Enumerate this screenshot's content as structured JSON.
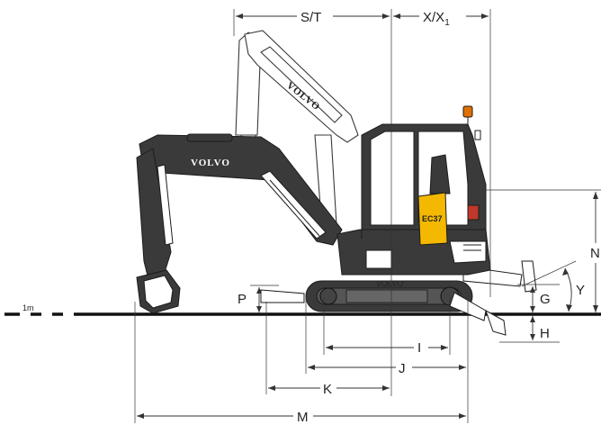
{
  "brand_on_boom": "VOLVO",
  "brand_on_raised_boom": "VOLVO",
  "model_badge": "EC37",
  "scale_marker": "1m",
  "dimensions": {
    "S_T": "S/T",
    "X_X1_base": "X/X",
    "X_X1_sub": "1",
    "N": "N",
    "Y": "Y",
    "G": "G",
    "H": "H",
    "P": "P",
    "I": "I",
    "J": "J",
    "K": "K",
    "M": "M"
  },
  "colors": {
    "machine_body": "#3a3a3a",
    "cab_panel": "#f5b800",
    "beacon": "#e07000",
    "outline": "#1c1c1c"
  }
}
